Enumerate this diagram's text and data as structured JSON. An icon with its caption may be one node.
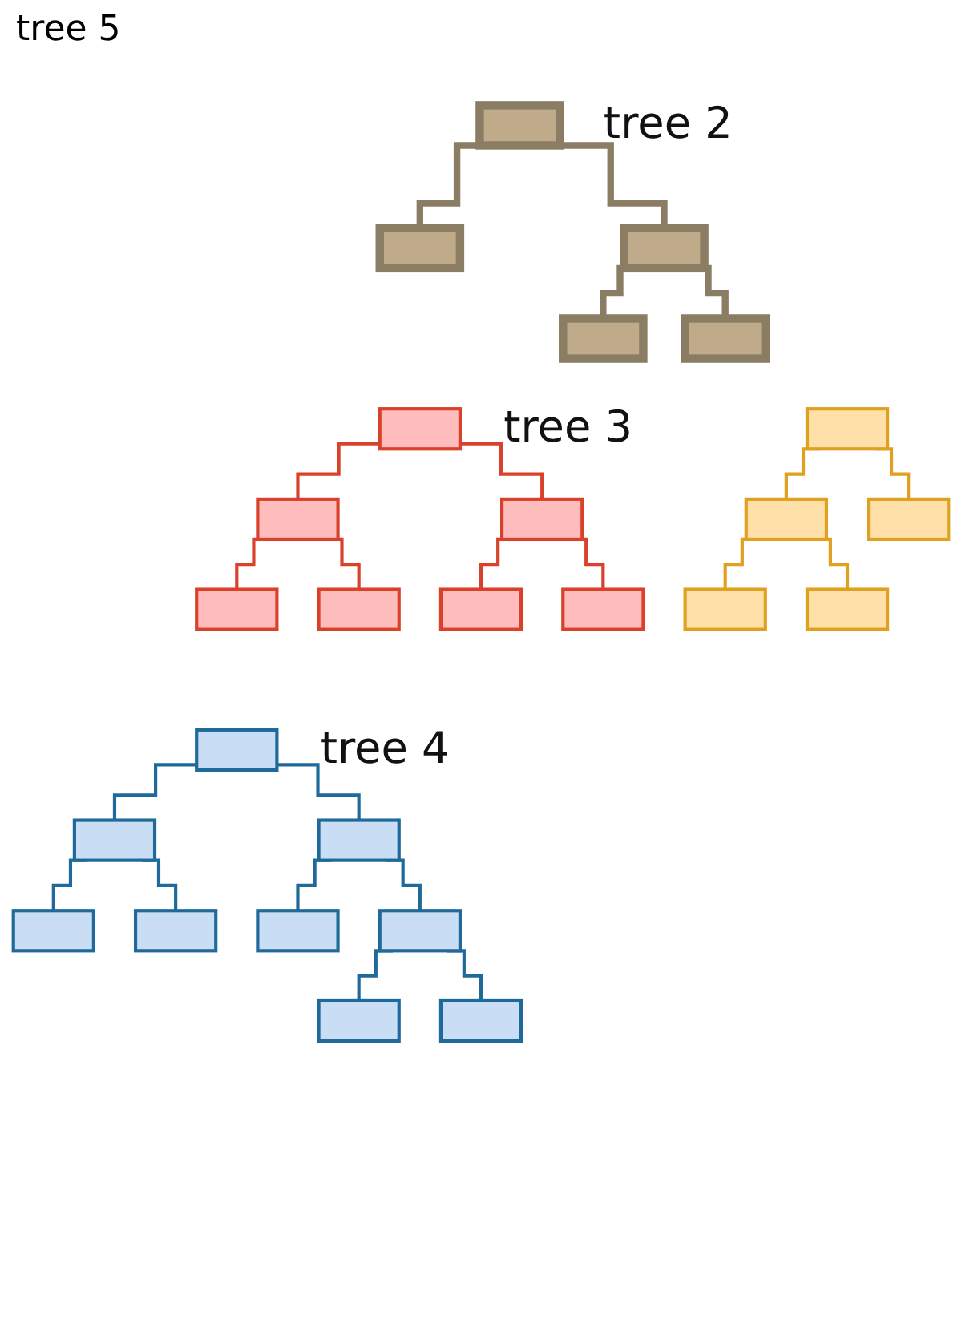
{
  "diagram": {
    "nodes": [
      {
        "text": [],
        "shape": "box",
        "beside": [
          "tree 2"
        ]
      },
      {
        "text": [],
        "shape": "box"
      },
      {
        "text": [],
        "shape": "box"
      },
      {
        "text": [],
        "shape": "box"
      },
      {
        "text": [],
        "shape": "box"
      },
      {
        "text": [],
        "shape": "box",
        "beside": [
          "tree 3"
        ]
      },
      {
        "text": [],
        "shape": "box"
      },
      {
        "text": [],
        "shape": "box"
      },
      {
        "text": [],
        "shape": "box"
      },
      {
        "text": [],
        "shape": "box"
      },
      {
        "text": [],
        "shape": "box"
      },
      {
        "text": [],
        "shape": "box"
      },
      {
        "text": [],
        "shape": "box"
      },
      {
        "text": [],
        "shape": "box"
      },
      {
        "text": [],
        "shape": "box"
      },
      {
        "text": [],
        "shape": "box"
      },
      {
        "text": [],
        "shape": "box"
      },
      {
        "text": [],
        "shape": "box",
        "beside": [
          "tree 4"
        ]
      },
      {
        "text": [],
        "shape": "box"
      },
      {
        "text": [],
        "shape": "box"
      },
      {
        "text": [],
        "shape": "box"
      },
      {
        "text": [],
        "shape": "box"
      },
      {
        "text": [],
        "shape": "box"
      },
      {
        "text": [],
        "shape": "box"
      },
      {
        "text": [],
        "shape": "box"
      },
      {
        "text": [],
        "shape": "box"
      }
    ],
    "edges": [
      {
        "from": 0,
        "to": 1,
        "arrow": "none",
        "style": "thick",
        "color": "#8b7d63"
      },
      {
        "from": 0,
        "to": 2,
        "arrow": "none",
        "style": "thick",
        "color": "#8b7d63"
      },
      {
        "from": 2,
        "to": 3,
        "arrow": "none",
        "style": "thick",
        "color": "#8b7d63"
      },
      {
        "from": 2,
        "to": 4,
        "arrow": "none",
        "style": "thick",
        "color": "#8b7d63"
      },
      {
        "from": 5,
        "to": 6,
        "arrow": "none",
        "color": "#d9412b"
      },
      {
        "from": 5,
        "to": 7,
        "arrow": "none",
        "color": "#d9412b"
      },
      {
        "from": 6,
        "to": 8,
        "arrow": "none",
        "color": "#d9412b"
      },
      {
        "from": 6,
        "to": 9,
        "arrow": "none",
        "color": "#d9412b"
      },
      {
        "from": 7,
        "to": 10,
        "arrow": "none",
        "color": "#d9412b"
      },
      {
        "from": 7,
        "to": 11,
        "arrow": "none",
        "color": "#d9412b"
      },
      {
        "from": 12,
        "to": 13,
        "arrow": "none",
        "color": "#e0a020"
      },
      {
        "from": 12,
        "to": 14,
        "arrow": "none",
        "color": "#e0a020"
      },
      {
        "from": 13,
        "to": 15,
        "arrow": "none",
        "color": "#e0a020"
      },
      {
        "from": 13,
        "to": 16,
        "arrow": "none",
        "color": "#e0a020"
      },
      {
        "from": 17,
        "to": 18,
        "arrow": "none"
      },
      {
        "from": 17,
        "to": 19,
        "arrow": "none"
      },
      {
        "from": 18,
        "to": 20,
        "arrow": "none"
      },
      {
        "from": 18,
        "to": 21,
        "arrow": "none"
      },
      {
        "from": 19,
        "to": 22,
        "arrow": "none"
      },
      {
        "from": 19,
        "to": 23,
        "arrow": "none"
      },
      {
        "from": 23,
        "to": 24,
        "arrow": "none"
      },
      {
        "from": 23,
        "to": 25,
        "arrow": "none"
      }
    ],
    "labels": [
      "tree 5"
    ]
  }
}
